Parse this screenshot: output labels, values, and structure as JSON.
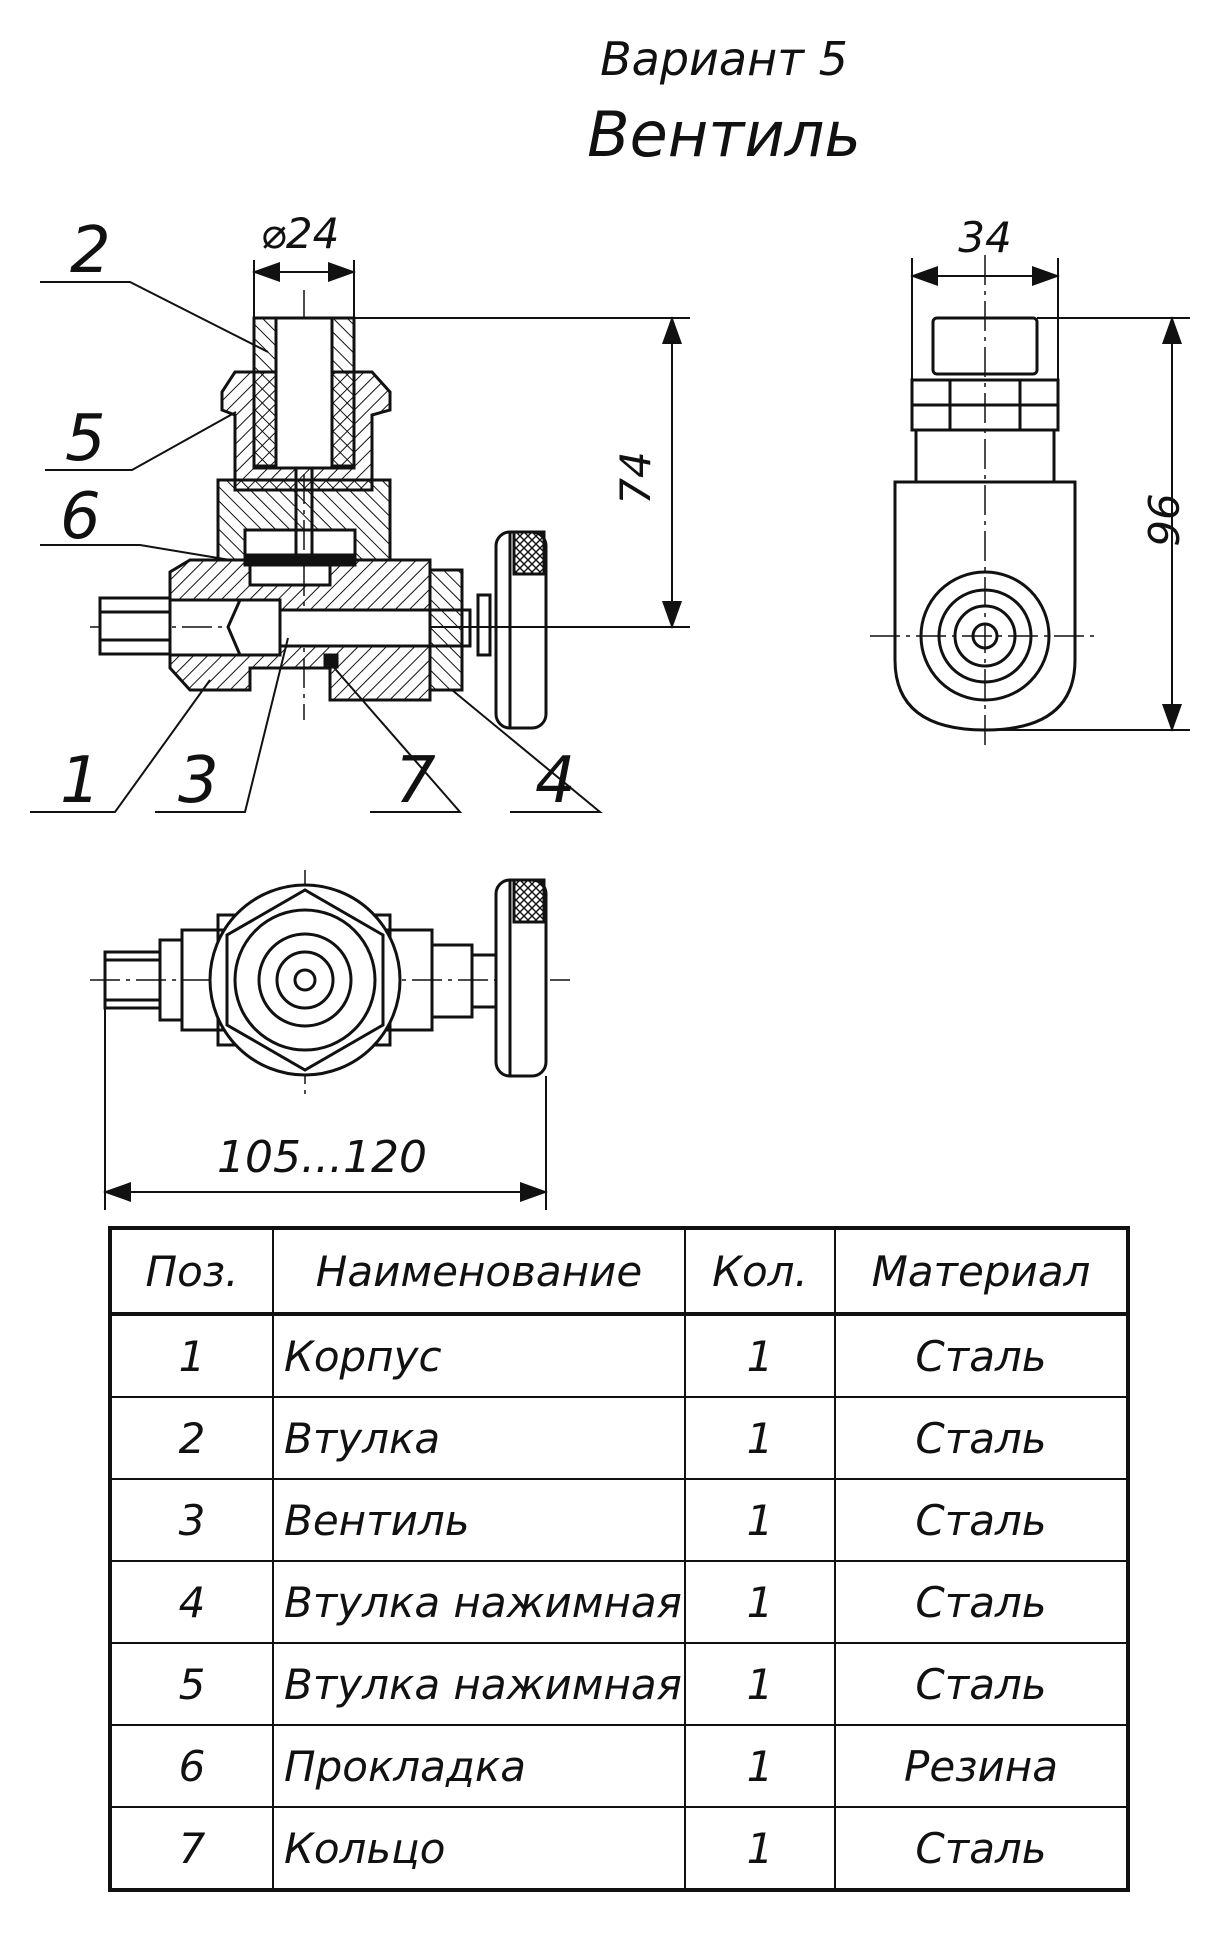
{
  "title": {
    "variant": "Вариант 5",
    "name": "Вентиль"
  },
  "dimensions": {
    "top_diameter": "⌀24",
    "height": "74",
    "side_width": "34",
    "side_height": "96",
    "length": "105...120"
  },
  "callouts": [
    "2",
    "5",
    "6",
    "1",
    "3",
    "7",
    "4"
  ],
  "table": {
    "headers": [
      "Поз.",
      "Наименование",
      "Кол.",
      "Материал"
    ],
    "rows": [
      {
        "pos": "1",
        "name": "Корпус",
        "qty": "1",
        "material": "Сталь"
      },
      {
        "pos": "2",
        "name": "Втулка",
        "qty": "1",
        "material": "Сталь"
      },
      {
        "pos": "3",
        "name": "Вентиль",
        "qty": "1",
        "material": "Сталь"
      },
      {
        "pos": "4",
        "name": "Втулка нажимная",
        "qty": "1",
        "material": "Сталь"
      },
      {
        "pos": "5",
        "name": "Втулка нажимная",
        "qty": "1",
        "material": "Сталь"
      },
      {
        "pos": "6",
        "name": "Прокладка",
        "qty": "1",
        "material": "Резина"
      },
      {
        "pos": "7",
        "name": "Кольцо",
        "qty": "1",
        "material": "Сталь"
      }
    ]
  }
}
